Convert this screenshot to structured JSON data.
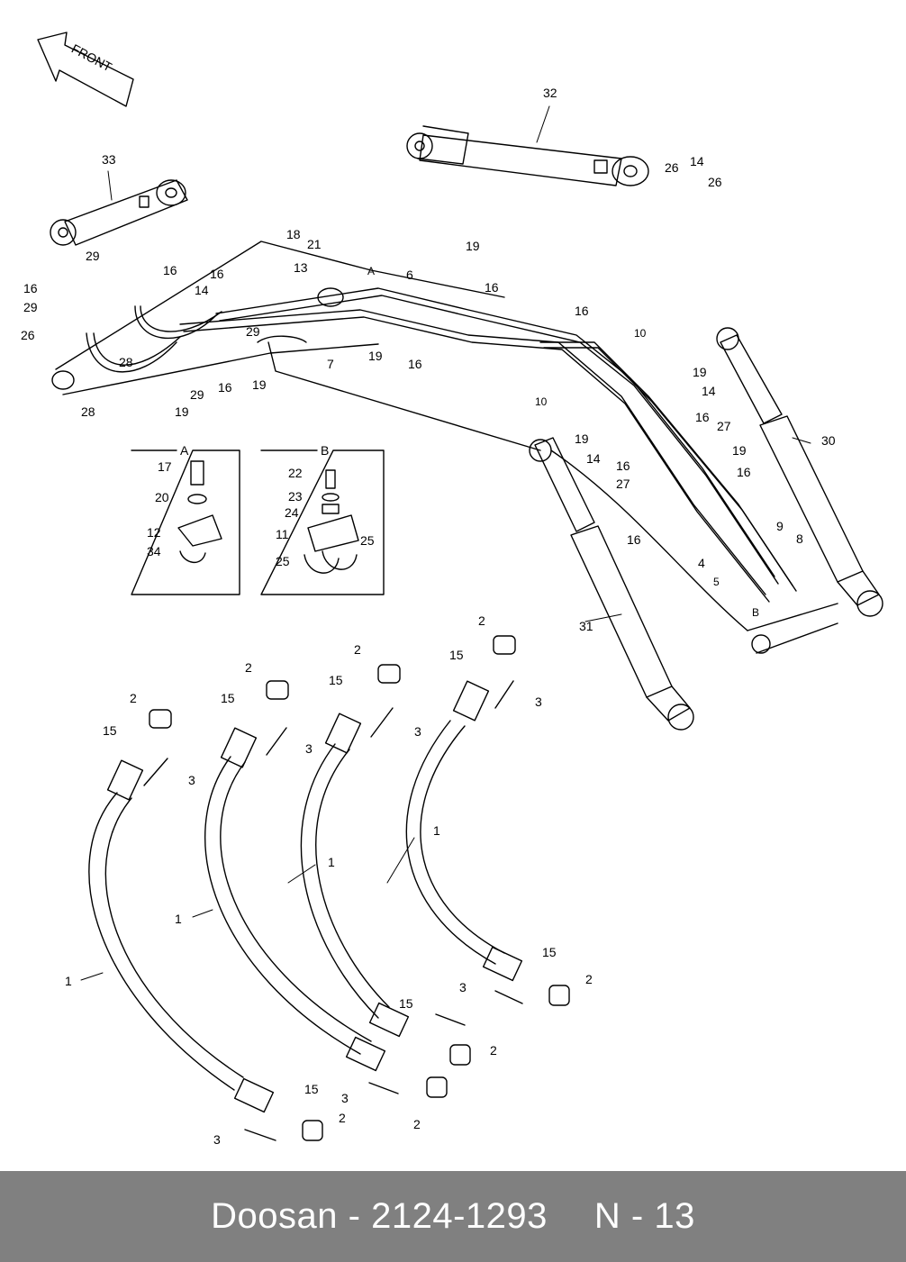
{
  "diagram": {
    "front_label": "FRONT",
    "detail_a": {
      "title": "A",
      "callouts": [
        "17",
        "20",
        "12",
        "34"
      ]
    },
    "detail_b": {
      "title": "B",
      "callouts": [
        "22",
        "23",
        "24",
        "11",
        "25",
        "25"
      ]
    },
    "upper_callouts": [
      "33",
      "32",
      "14",
      "26",
      "26",
      "29",
      "16",
      "16",
      "29",
      "26",
      "18",
      "21",
      "13",
      "19",
      "6",
      "16",
      "16",
      "14",
      "28",
      "29",
      "16",
      "19",
      "28",
      "29",
      "19",
      "7",
      "19",
      "16",
      "16",
      "10",
      "10",
      "19",
      "14",
      "16",
      "27",
      "19",
      "14",
      "16",
      "19",
      "16",
      "27",
      "30",
      "16",
      "9",
      "8",
      "4",
      "5",
      "31",
      "B",
      "A"
    ],
    "lower_callouts": [
      "2",
      "15",
      "3",
      "1",
      "2",
      "15",
      "3",
      "1",
      "2",
      "15",
      "3",
      "1",
      "2",
      "15",
      "3",
      "1",
      "15",
      "2",
      "3",
      "15",
      "2",
      "3",
      "2",
      "15",
      "3",
      "2"
    ]
  },
  "footer": {
    "brand_part": "Doosan - 2124-1293",
    "page_ref": "N - 13"
  }
}
